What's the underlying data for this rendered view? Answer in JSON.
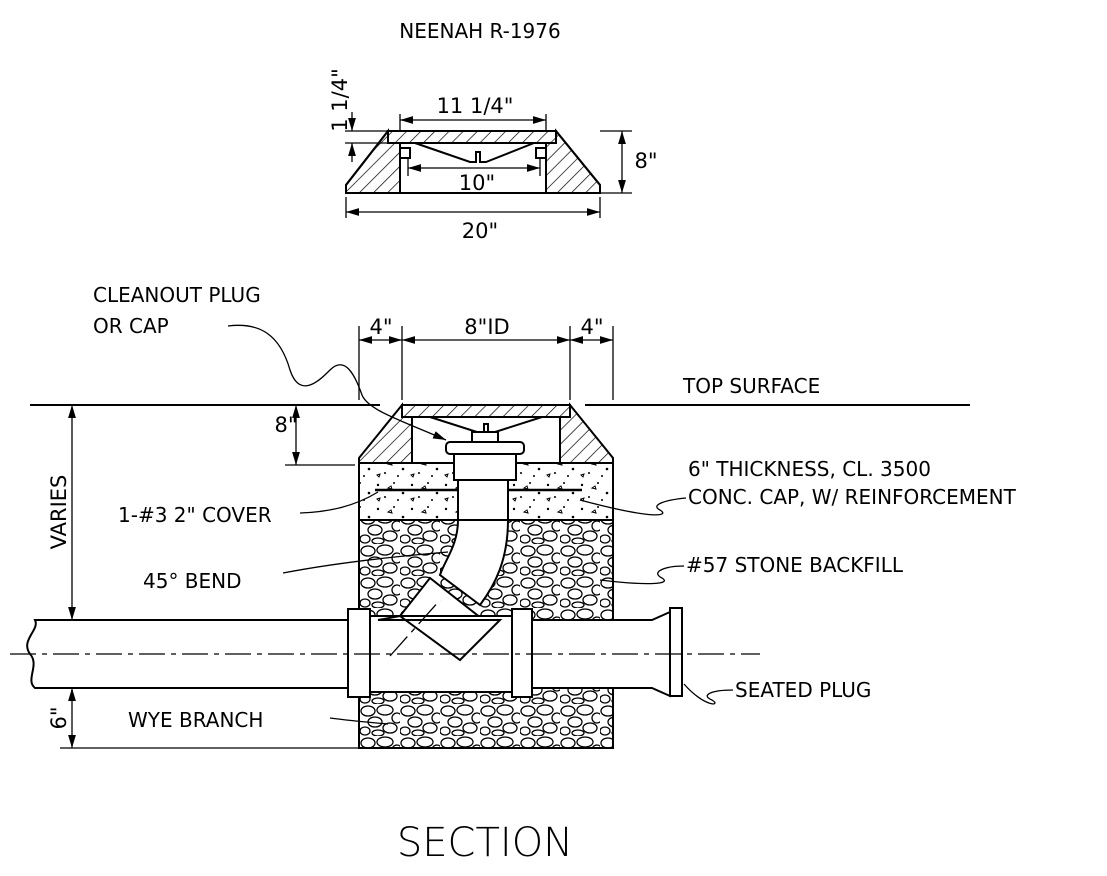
{
  "frame_top": {
    "title": "NEENAH R-1976",
    "dim_top_width": "11 1/4\"",
    "dim_inner_width": "10\"",
    "dim_base_width": "20\"",
    "dim_height": "8\"",
    "dim_lip": "1 1/4\""
  },
  "section": {
    "dim_wall_left": "4\"",
    "dim_inner_diameter": "8\"ID",
    "dim_wall_right": "4\"",
    "dim_frame_depth": "8\"",
    "dim_varies": "VARIES",
    "dim_bottom": "6\"",
    "title": "SECTION"
  },
  "callouts": {
    "cleanout_line1": "CLEANOUT PLUG",
    "cleanout_line2": "OR CAP",
    "top_surface": "TOP SURFACE",
    "cap_line1": "6\" THICKNESS, CL. 3500",
    "cap_line2": "CONC. CAP, W/ REINFORCEMENT",
    "rebar_cover": "1-#3 2\" COVER",
    "bend": "45° BEND",
    "stone": "#57 STONE BACKFILL",
    "wye": "WYE BRANCH",
    "plug": "SEATED PLUG"
  }
}
